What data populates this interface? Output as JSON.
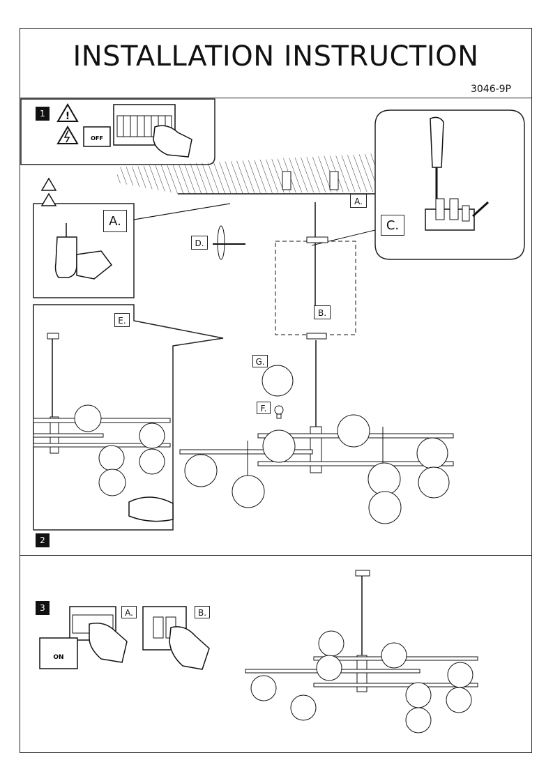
{
  "header": {
    "title": "INSTALLATION INSTRUCTION",
    "model_code": "3046-9P"
  },
  "steps": {
    "step1": "1",
    "step2": "2",
    "step3": "3"
  },
  "labels": {
    "a": "A.",
    "b": "B.",
    "c": "C.",
    "d": "D.",
    "e": "E.",
    "f": "F.",
    "g": "G.",
    "step3_a": "A.",
    "step3_b": "B."
  },
  "icons": {
    "warning": "warning-triangle-icon",
    "electric": "electric-hazard-icon",
    "fuse_box": "fuse-box-icon",
    "hand": "hand-icon",
    "drill": "drill-icon",
    "screwdriver": "screwdriver-icon",
    "bulb": "light-bulb-icon",
    "switch": "wall-switch-icon"
  }
}
